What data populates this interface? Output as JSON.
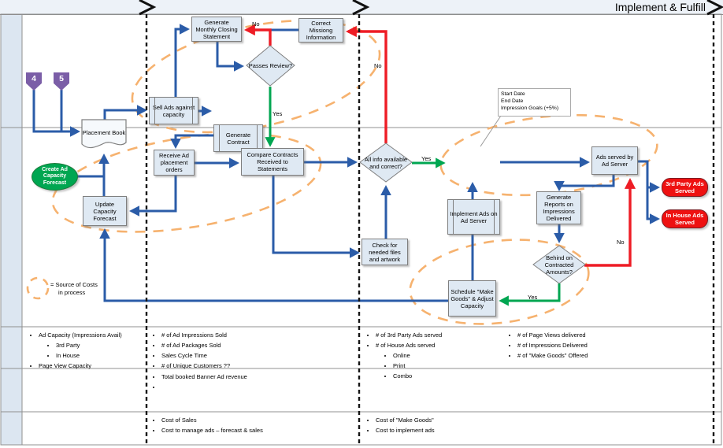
{
  "banner": {
    "title": "Implement & Fulfill"
  },
  "nodes": {
    "marker4": "4",
    "marker5": "5",
    "placement_book": "Placement Book",
    "create_forecast": "Create Ad Capacity Forecast",
    "update_forecast": "Update Capacity Forecast",
    "sell_ads": "Sell Ads against capacity",
    "generate_contract": "Generate Contract",
    "generate_monthly_closing": "Generate Monthly Closing Statement",
    "passes_review": "Passes Review?",
    "correct_missing": "Correct Missiong Information",
    "receive_orders": "Receive Ad placement orders",
    "compare_contracts": "Compare Contracts Received to Statements",
    "all_info": "All info available and correct?",
    "check_files": "Check for needed files and artwork",
    "implement_ads": "Implement Ads on Ad Server",
    "ads_served": "Ads served by Ad Server",
    "generate_reports": "Generate Reports on Impressions Delivered",
    "behind_amounts": "Behind on Contracted Amounts?",
    "schedule_makegoods": "Schedule \"Make Goods\" & Adjust Capacity",
    "third_party_served": "3rd Party Ads Served",
    "in_house_served": "In House Ads Served",
    "callout": "Start Date\nEnd Date\nImpression Goals (+5%)"
  },
  "labels": {
    "yes": "Yes",
    "no": "No"
  },
  "legend": {
    "line1": "= Source of Costs",
    "line2": "in process"
  },
  "metrics": {
    "r1s1": [
      "Ad Capacity (Impressions Avail)",
      "3rd Party",
      "In House",
      "Page View Capacity"
    ],
    "r1s2": [
      "# of Ad Impressions Sold",
      "# of Ad Packages Sold",
      "Sales Cycle Time",
      "# of Unique Customers ??"
    ],
    "r1s3": [
      "# of 3rd Party Ads served",
      "# of House Ads served",
      "Online",
      "Print",
      "Combo"
    ],
    "r1s4": [
      "# of Page Views delivered",
      "# of Impressions Delivered",
      "# of \"Make Goods\" Offered"
    ],
    "r2s2": [
      "Total booked Banner Ad revenue",
      ""
    ],
    "r3s2": [
      "Cost of Sales",
      "Cost to manage ads – forecast & sales"
    ],
    "r3s3": [
      "Cost of \"Make Goods\"",
      "Cost to implement ads"
    ]
  },
  "colors": {
    "flow_blue": "#2b5ca8",
    "flow_red": "#ee1c25",
    "flow_green": "#00a651",
    "highlight_orange": "#f6b26f",
    "marker_purple": "#7b5ea7",
    "node_fill": "#dfe9f3",
    "banner_bg": "#edf2f8",
    "terminal_red": "#ee1111",
    "terminal_green": "#00a651"
  }
}
